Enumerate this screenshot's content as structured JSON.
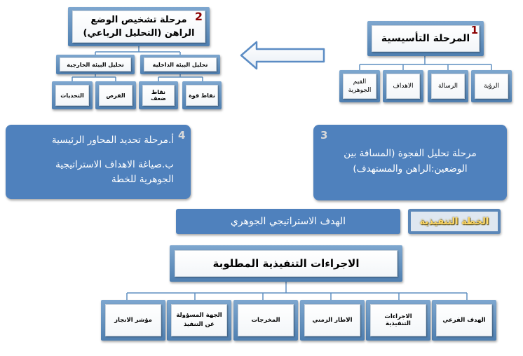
{
  "stage1": {
    "number": "1",
    "title": "المرحلة التأسيسية",
    "children": [
      "الرؤية",
      "الرسالة",
      "الاهداف",
      "القيم الجوهرية"
    ]
  },
  "stage2": {
    "number": "2",
    "title_line1": "مرحلة تشخيص الوضع",
    "title_line2": "الراهن (التحليل الرباعي)",
    "internal": {
      "label": "تحليل البيئة الداخلية",
      "children": [
        "نقاط قوة",
        "نقاط ضعف"
      ]
    },
    "external": {
      "label": "تحليل البيئة الخارجية",
      "children": [
        "الفرص",
        "التحديات"
      ]
    }
  },
  "stage3": {
    "number": "3",
    "line1": "مرحلة تحليل الفجوة (المسافة بين",
    "line2": "الوضعين:الراهن والمستهدف)"
  },
  "stage4": {
    "number": "4",
    "line1": "أ.مرحلة تحديد المحاور الرئيسية",
    "line2": "ب.صياغة الاهداف الاستراتيجية",
    "line3": "الجوهرية للخطة"
  },
  "plan_label": "الخطة التنفيذية",
  "core_goal": "الهدف الاستراتيجي الجوهري",
  "actions": {
    "title": "الاجراءات التنفيذية المطلوبة",
    "children": [
      "الهدف الفرعي",
      "الاجراءات التنفيذية",
      "الاطار الزمني",
      "المخرجات",
      "الجهة المسؤولة عن التنفيذ",
      "مؤشر الانجاز"
    ]
  },
  "colors": {
    "frame": "#5f8fc0",
    "blue_box": "#4f81bd",
    "stage_number": "#8b0000",
    "plan_label_text": "#ffd966",
    "arrow": "#5b8cc4"
  }
}
